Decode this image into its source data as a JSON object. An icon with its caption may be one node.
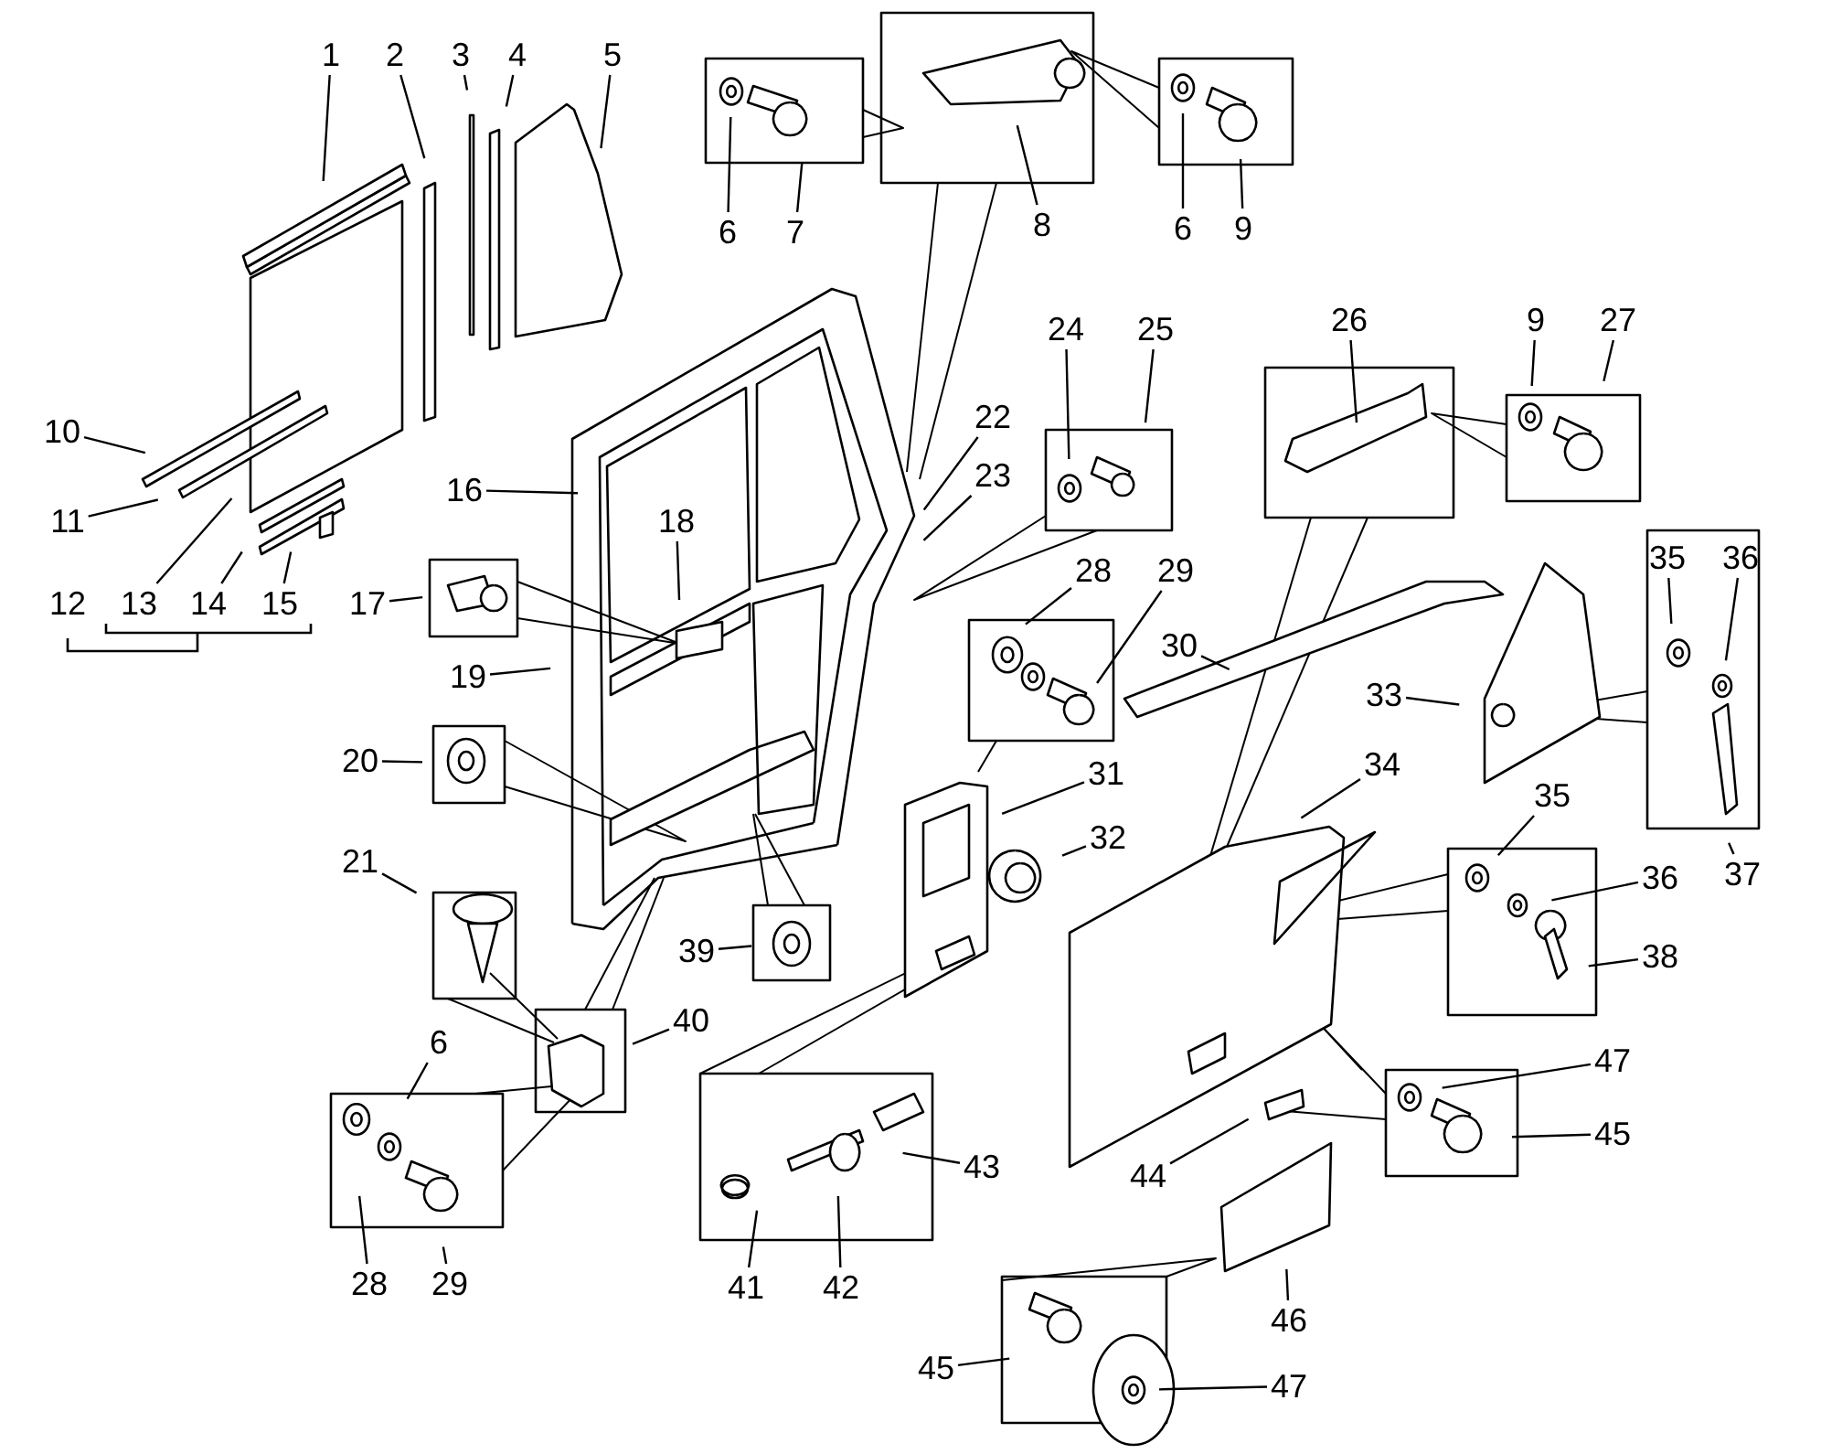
{
  "diagram": {
    "nodes": [
      {
        "text": [
          "1"
        ]
      },
      {
        "text": [
          "2"
        ]
      },
      {
        "text": [
          "3"
        ]
      },
      {
        "text": [
          "4"
        ]
      },
      {
        "text": [
          "5"
        ]
      },
      {
        "text": [
          "6"
        ]
      },
      {
        "text": [
          "7"
        ]
      },
      {
        "text": [
          "8"
        ]
      },
      {
        "text": [
          "6"
        ]
      },
      {
        "text": [
          "9"
        ]
      },
      {
        "text": [
          "9"
        ]
      },
      {
        "text": [
          "24"
        ]
      },
      {
        "text": [
          "25"
        ]
      },
      {
        "text": [
          "26"
        ]
      },
      {
        "text": [
          "27"
        ]
      },
      {
        "text": [
          "22"
        ]
      },
      {
        "text": [
          "10"
        ]
      },
      {
        "text": [
          "23"
        ]
      },
      {
        "text": [
          "16"
        ]
      },
      {
        "text": [
          "11"
        ]
      },
      {
        "text": [
          "18"
        ]
      },
      {
        "text": [
          "35"
        ]
      },
      {
        "text": [
          "36"
        ]
      },
      {
        "text": [
          "28"
        ]
      },
      {
        "text": [
          "29"
        ]
      },
      {
        "text": [
          "13"
        ]
      },
      {
        "text": [
          "14"
        ]
      },
      {
        "text": [
          "15"
        ]
      },
      {
        "text": [
          "17"
        ]
      },
      {
        "text": [
          "30"
        ]
      },
      {
        "text": [
          "19"
        ]
      },
      {
        "text": [
          "33"
        ]
      },
      {
        "text": [
          "20"
        ]
      },
      {
        "text": [
          "34"
        ]
      },
      {
        "text": [
          "31"
        ]
      },
      {
        "text": [
          "35"
        ]
      },
      {
        "text": [
          "32"
        ]
      },
      {
        "text": [
          "21"
        ]
      },
      {
        "text": [
          "36"
        ]
      },
      {
        "text": [
          "37"
        ]
      },
      {
        "text": [
          "39"
        ]
      },
      {
        "text": [
          "38"
        ]
      },
      {
        "text": [
          "40"
        ]
      },
      {
        "text": [
          "6"
        ]
      },
      {
        "text": [
          "47"
        ]
      },
      {
        "text": [
          "45"
        ]
      },
      {
        "text": [
          "43"
        ]
      },
      {
        "text": [
          "44"
        ]
      },
      {
        "text": [
          "28"
        ]
      },
      {
        "text": [
          "29"
        ]
      },
      {
        "text": [
          "41"
        ]
      },
      {
        "text": [
          "42"
        ]
      },
      {
        "text": [
          "46"
        ]
      },
      {
        "text": [
          "45"
        ]
      },
      {
        "text": [
          "47"
        ]
      }
    ],
    "edges": [
      {
        "from": 0,
        "to": null,
        "arrow": "none"
      },
      {
        "from": 1,
        "to": null,
        "arrow": "none"
      },
      {
        "from": 2,
        "to": null,
        "arrow": "none"
      },
      {
        "from": 3,
        "to": null,
        "arrow": "none"
      },
      {
        "from": 4,
        "to": null,
        "arrow": "none"
      },
      {
        "from": 5,
        "to": null,
        "arrow": "none"
      },
      {
        "from": 6,
        "to": null,
        "arrow": "none"
      },
      {
        "from": 7,
        "to": null,
        "arrow": "none"
      },
      {
        "from": 8,
        "to": null,
        "arrow": "none"
      },
      {
        "from": 9,
        "to": null,
        "arrow": "none"
      },
      {
        "from": 10,
        "to": null,
        "arrow": "none"
      },
      {
        "from": 11,
        "to": null,
        "arrow": "none"
      },
      {
        "from": 12,
        "to": null,
        "arrow": "none"
      },
      {
        "from": 13,
        "to": null,
        "arrow": "none"
      },
      {
        "from": 14,
        "to": null,
        "arrow": "none"
      },
      {
        "from": 15,
        "to": null,
        "arrow": "none"
      },
      {
        "from": 16,
        "to": null,
        "arrow": "none"
      },
      {
        "from": 17,
        "to": null,
        "arrow": "none"
      },
      {
        "from": 18,
        "to": null,
        "arrow": "none"
      },
      {
        "from": 19,
        "to": null,
        "arrow": "none"
      },
      {
        "from": 20,
        "to": null,
        "arrow": "none"
      },
      {
        "from": 21,
        "to": null,
        "arrow": "none"
      },
      {
        "from": 22,
        "to": null,
        "arrow": "none"
      },
      {
        "from": 23,
        "to": null,
        "arrow": "none"
      },
      {
        "from": 24,
        "to": null,
        "arrow": "none"
      },
      {
        "from": 25,
        "to": null,
        "arrow": "none"
      },
      {
        "from": 26,
        "to": null,
        "arrow": "none"
      },
      {
        "from": 27,
        "to": null,
        "arrow": "none"
      },
      {
        "from": 28,
        "to": null,
        "arrow": "none"
      },
      {
        "from": 29,
        "to": null,
        "arrow": "none"
      },
      {
        "from": 30,
        "to": null,
        "arrow": "none"
      },
      {
        "from": 31,
        "to": null,
        "arrow": "none"
      },
      {
        "from": 32,
        "to": null,
        "arrow": "none"
      },
      {
        "from": 33,
        "to": null,
        "arrow": "none"
      },
      {
        "from": 34,
        "to": null,
        "arrow": "none"
      },
      {
        "from": 35,
        "to": null,
        "arrow": "none"
      },
      {
        "from": 36,
        "to": null,
        "arrow": "none"
      },
      {
        "from": 37,
        "to": null,
        "arrow": "none"
      },
      {
        "from": 38,
        "to": null,
        "arrow": "none"
      },
      {
        "from": 39,
        "to": null,
        "arrow": "none"
      },
      {
        "from": 40,
        "to": null,
        "arrow": "none"
      },
      {
        "from": 41,
        "to": null,
        "arrow": "none"
      },
      {
        "from": 42,
        "to": null,
        "arrow": "none"
      },
      {
        "from": 43,
        "to": null,
        "arrow": "none"
      },
      {
        "from": 44,
        "to": null,
        "arrow": "none"
      },
      {
        "from": 45,
        "to": null,
        "arrow": "none"
      },
      {
        "from": 46,
        "to": null,
        "arrow": "none"
      },
      {
        "from": 47,
        "to": null,
        "arrow": "none"
      },
      {
        "from": 48,
        "to": null,
        "arrow": "none"
      },
      {
        "from": 49,
        "to": null,
        "arrow": "none"
      },
      {
        "from": 50,
        "to": null,
        "arrow": "none"
      },
      {
        "from": 51,
        "to": null,
        "arrow": "none"
      },
      {
        "from": 52,
        "to": null,
        "arrow": "none"
      },
      {
        "from": 53,
        "to": null,
        "arrow": "none"
      },
      {
        "from": 54,
        "to": null,
        "arrow": "none"
      }
    ],
    "labels": [
      "12"
    ]
  }
}
